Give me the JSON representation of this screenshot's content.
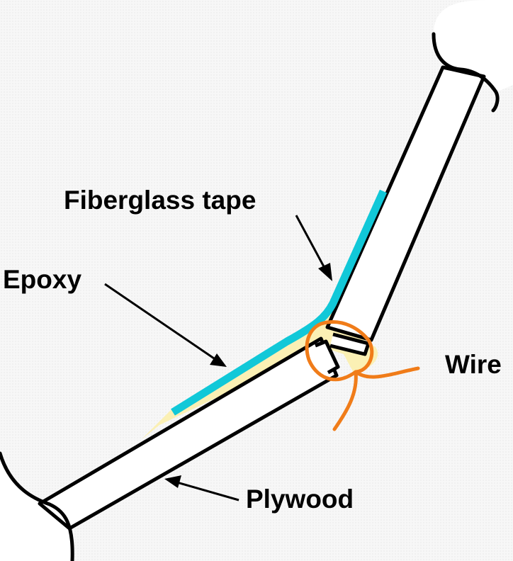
{
  "labels": {
    "fiberglass_tape": "Fiberglass tape",
    "epoxy": "Epoxy",
    "wire": "Wire",
    "plywood": "Plywood"
  },
  "colors": {
    "epoxy": "#fbf0b4",
    "fiberglass_tape": "#11c8d8",
    "wire": "#f07c19",
    "panel_outline": "#000000",
    "panel_fill": "#ffffff"
  }
}
